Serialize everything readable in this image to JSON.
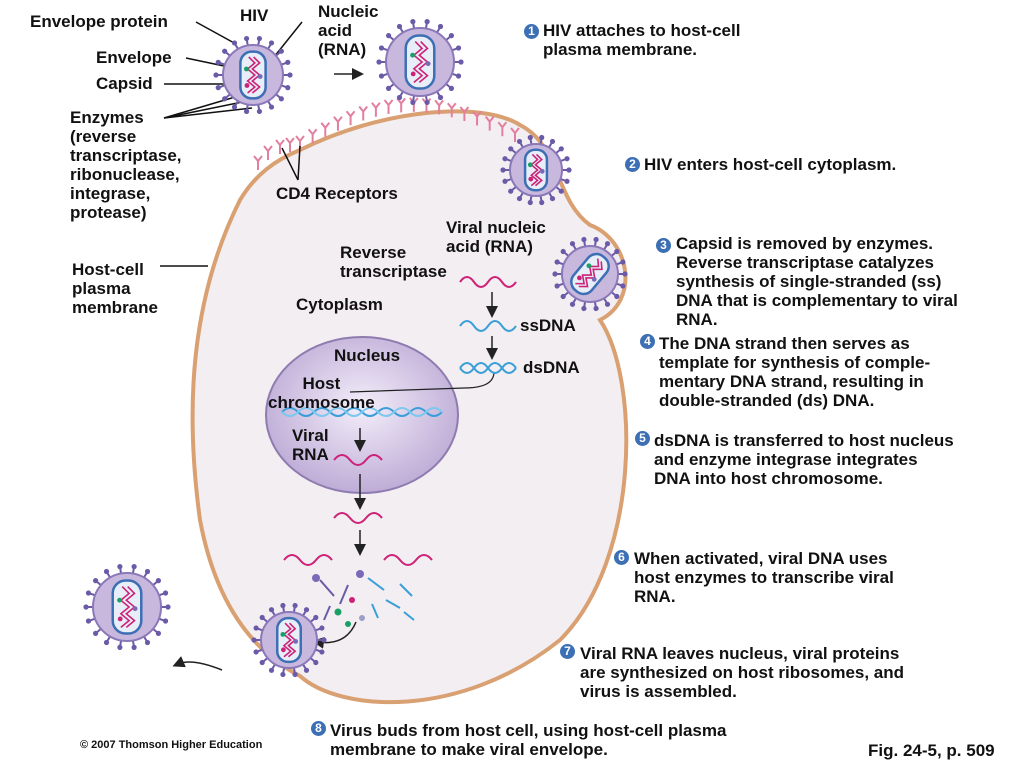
{
  "labels": {
    "envelope_protein": "Envelope protein",
    "hiv": "HIV",
    "nucleic_acid": "Nucleic\nacid\n(RNA)",
    "envelope": "Envelope",
    "capsid": "Capsid",
    "enzymes": "Enzymes\n(reverse\ntranscriptase,\nribonuclease,\nintegrase,\nprotease)",
    "cd4": "CD4 Receptors",
    "host_membrane": "Host-cell\nplasma\nmembrane",
    "viral_nucleic_acid": "Viral nucleic\nacid (RNA)",
    "reverse_transcriptase": "Reverse\ntranscriptase",
    "cytoplasm": "Cytoplasm",
    "ssdna": "ssDNA",
    "dsdna": "dsDNA",
    "nucleus": "Nucleus",
    "host_chromosome": "Host\nchromosome",
    "viral_rna": "Viral\nRNA"
  },
  "steps": [
    {
      "n": "1",
      "text": "HIV attaches to host-cell\nplasma membrane."
    },
    {
      "n": "2",
      "text": "HIV enters host-cell cytoplasm."
    },
    {
      "n": "3",
      "text": "Capsid is removed by enzymes.\nReverse transcriptase catalyzes\nsynthesis of single-stranded (ss)\nDNA that is complementary to viral\nRNA."
    },
    {
      "n": "4",
      "text": "The DNA strand then serves as\ntemplate for synthesis of comple-\nmentary DNA strand, resulting in\ndouble-stranded (ds) DNA."
    },
    {
      "n": "5",
      "text": "dsDNA is transferred to host nucleus\nand enzyme integrase integrates\nDNA into host chromosome."
    },
    {
      "n": "6",
      "text": "When activated, viral DNA uses\nhost enzymes to transcribe viral\nRNA."
    },
    {
      "n": "7",
      "text": "Viral RNA leaves nucleus, viral proteins\nare synthesized on host ribosomes, and\nvirus is assembled."
    },
    {
      "n": "8",
      "text": "Virus buds from host cell, using host-cell plasma\nmembrane to make viral envelope."
    }
  ],
  "footer": {
    "copyright": "© 2007 Thomson Higher Education",
    "figure": "Fig. 24-5, p. 509"
  },
  "colors": {
    "cell_fill": "#f3eef2",
    "membrane": "#d9a072",
    "virus_envelope": "#c9b8de",
    "capsid": "#e8eef8",
    "rna": "#cc2277",
    "dna": "#3a9fd8",
    "step_badge": "#3c6fb4"
  }
}
